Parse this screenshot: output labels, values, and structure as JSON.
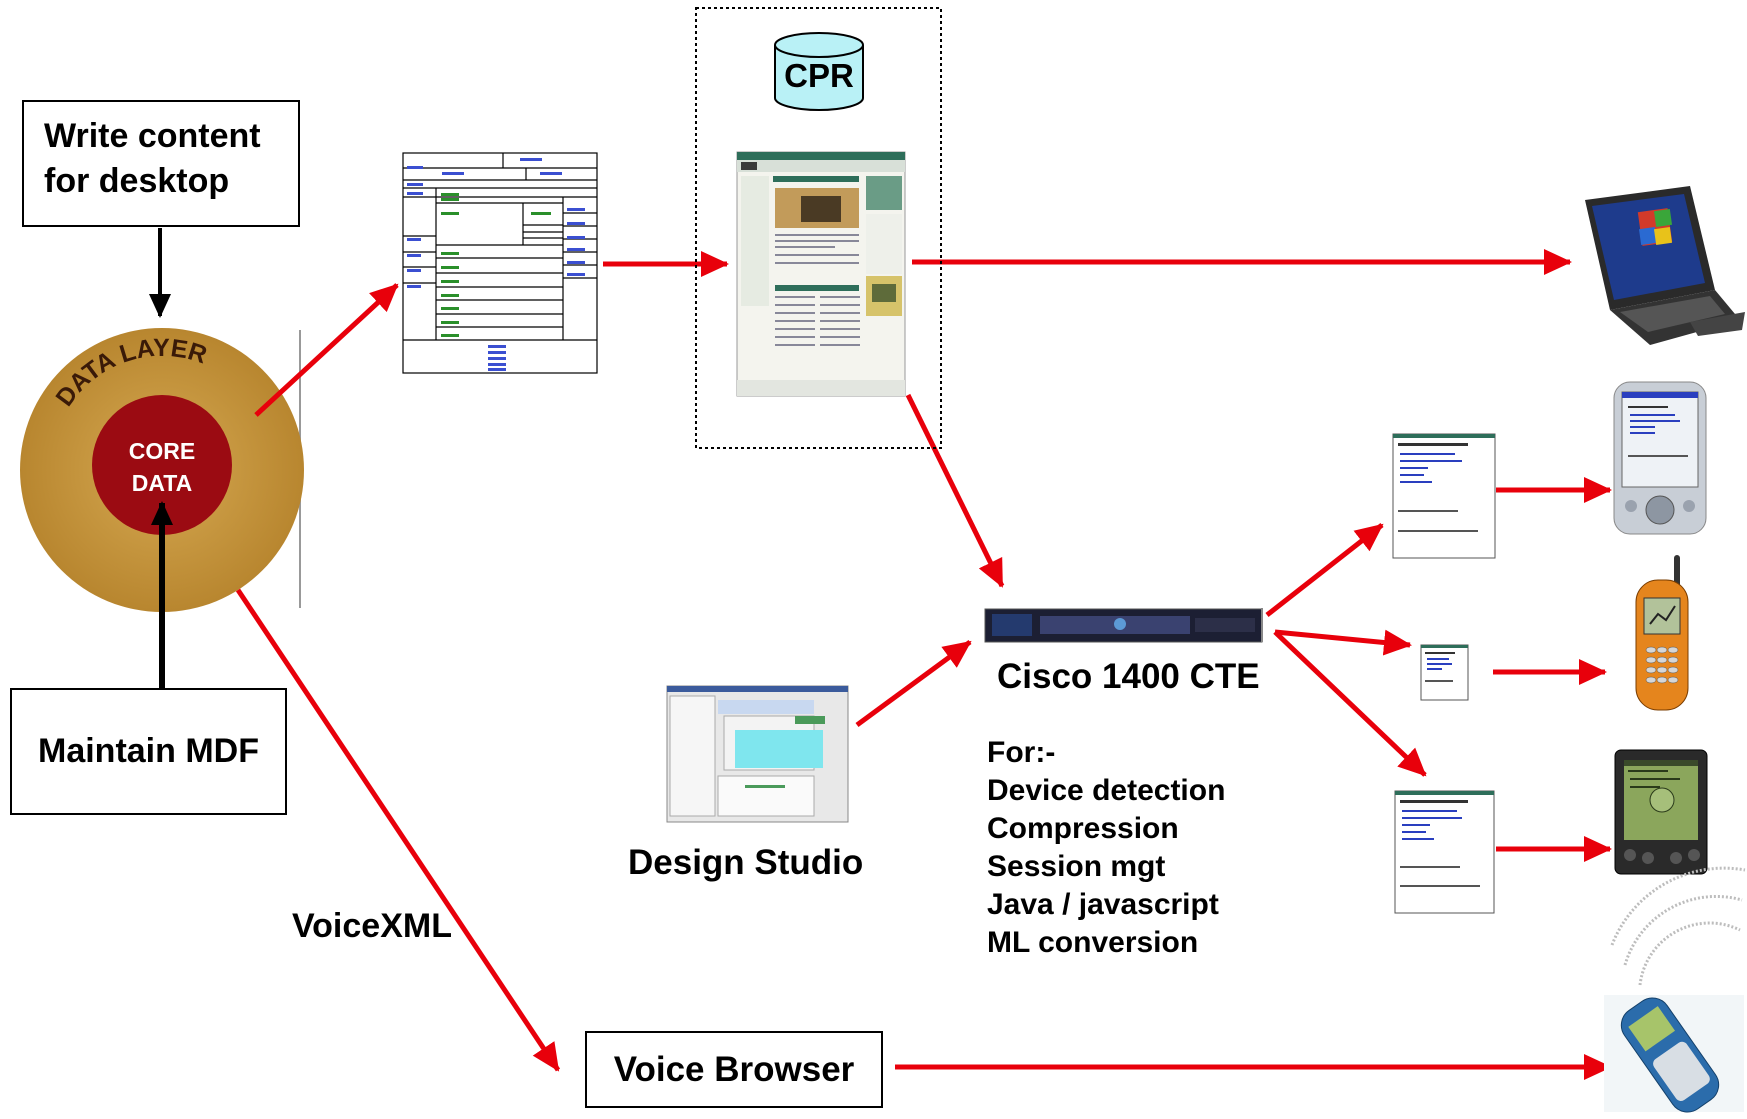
{
  "write_box": {
    "line1": "Write content",
    "line2": "for desktop"
  },
  "maintain_box": {
    "label": "Maintain MDF"
  },
  "circle": {
    "outer_label": "DATA LAYER",
    "core_line1": "CORE",
    "core_line2": "DATA"
  },
  "cpr": {
    "label": "CPR"
  },
  "cte": {
    "label": "Cisco 1400 CTE"
  },
  "features": {
    "heading": "For:-",
    "items": [
      "Device detection",
      "Compression",
      "Session mgt",
      "Java / javascript",
      "ML conversion"
    ]
  },
  "design_studio": {
    "label": "Design Studio"
  },
  "voicexml": {
    "label": "VoiceXML"
  },
  "voice_browser": {
    "label": "Voice Browser"
  },
  "colors": {
    "arrow": "#e8000b",
    "outer_ring": "#c9973b",
    "core": "#9b0b12",
    "screen_green": "#2e6e5a"
  },
  "devices": [
    "laptop-icon",
    "pocket-pc-icon",
    "mobile-phone-icon",
    "palm-handheld-icon",
    "voice-phone-icon"
  ]
}
